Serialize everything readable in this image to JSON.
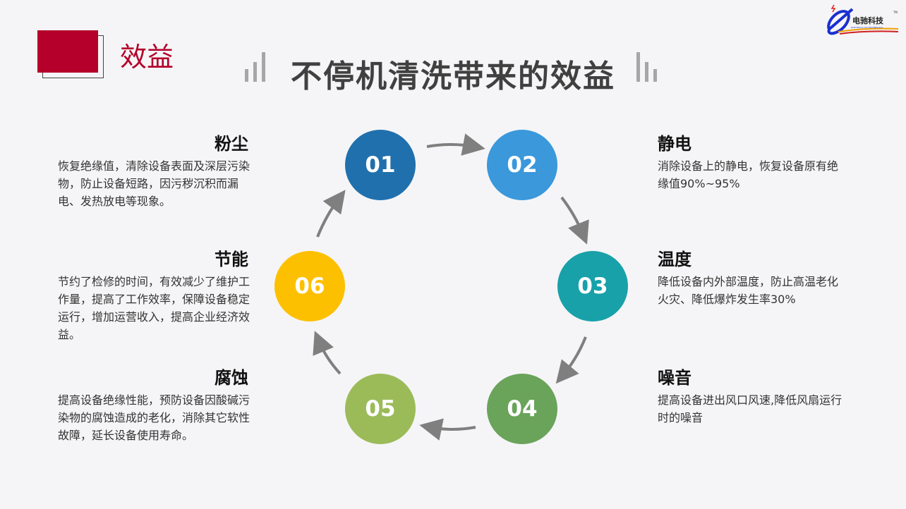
{
  "header": {
    "section": "效益",
    "title": "不停机清洗带来的效益"
  },
  "logo": {
    "text": "电驰科技",
    "subtitle": "ELECTRICAL DH TECHNOLOGY",
    "tm": "TM"
  },
  "cycle": [
    {
      "num": "01",
      "color": "#2070ad",
      "title": "粉尘",
      "text": "恢复绝缘值，清除设备表面及深层污染物，防止设备短路，因污秽沉积而漏电、发热放电等现象。"
    },
    {
      "num": "02",
      "color": "#3a98db",
      "title": "静电",
      "text": "消除设备上的静电，恢复设备原有绝缘值90%~95%"
    },
    {
      "num": "03",
      "color": "#18a1a9",
      "title": "温度",
      "text": "降低设备内外部温度，防止高温老化火灾、降低爆炸发生率30%"
    },
    {
      "num": "04",
      "color": "#6aa35a",
      "title": "噪音",
      "text": "提高设备进出风口风速,降低风扇运行时的噪音"
    },
    {
      "num": "05",
      "color": "#9bbb59",
      "title": "腐蚀",
      "text": "提高设备绝缘性能，预防设备因酸碱污染物的腐蚀造成的老化，消除其它软性故障，延长设备使用寿命。"
    },
    {
      "num": "06",
      "color": "#fdc000",
      "title": "节能",
      "text": "节约了检修的时间，有效减少了维护工作量，提高了工作效率，保障设备稳定运行，增加运营收入，提高企业经济效益。"
    }
  ],
  "colors": {
    "accent": "#b4002a",
    "arrow": "#7f7f7f"
  }
}
